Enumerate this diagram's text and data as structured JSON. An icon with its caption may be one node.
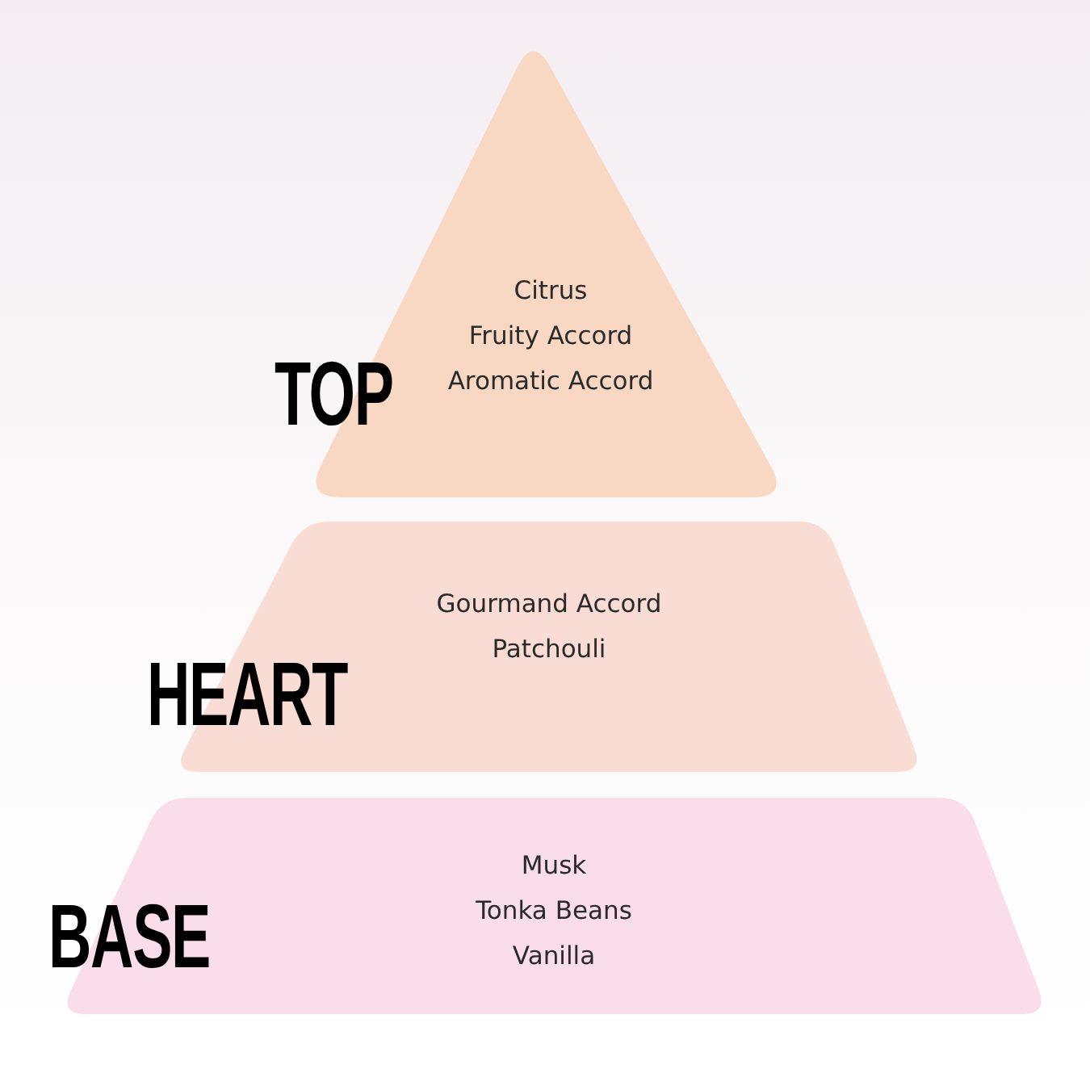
{
  "diagram": {
    "nodes": [
      {
        "text": [
          "TOP",
          "Citrus",
          "Fruity Accord",
          "Aromatic Accord"
        ]
      },
      {
        "text": [
          "HEART",
          "Gourmand Accord",
          "Patchouli"
        ]
      },
      {
        "text": [
          "BASE",
          "Musk",
          "Tonka Beans",
          "Vanilla"
        ]
      }
    ]
  }
}
